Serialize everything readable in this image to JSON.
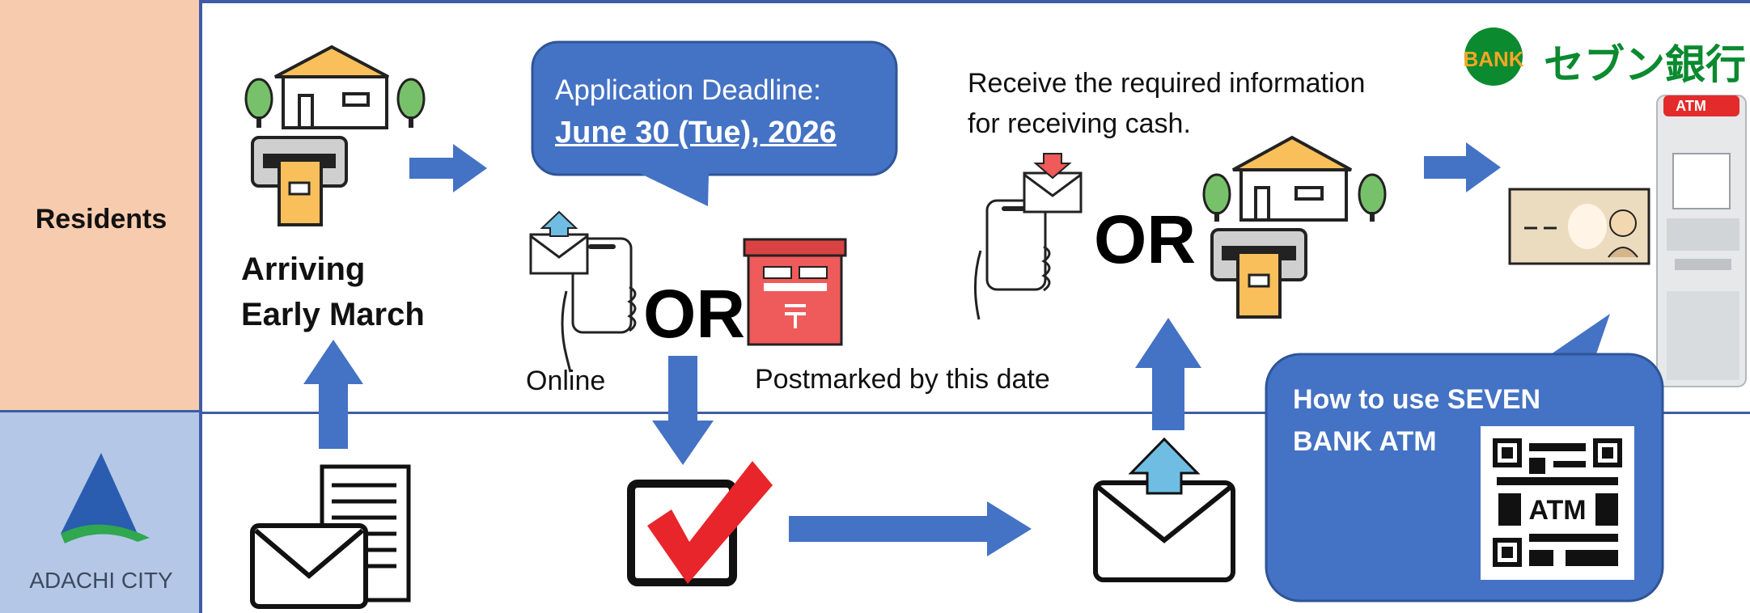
{
  "lanes": {
    "residents": "Residents",
    "city": "ADACHI CITY"
  },
  "steps": {
    "arriving_line1": "Arriving",
    "arriving_line2": "Early March",
    "deadline_label": "Application Deadline:",
    "deadline_date": "June 30 (Tue), 2026",
    "online": "Online",
    "or": "OR",
    "postmarked": "Postmarked by this date",
    "receive_line1": "Receive the required information",
    "receive_line2": "for receiving cash.",
    "atm_help_line1": "How to use SEVEN",
    "atm_help_line2": "BANK ATM"
  },
  "branding": {
    "bank_name": "セブン銀行",
    "bank_badge": "BANK",
    "atm_label": "ATM",
    "qr_text": "ATM"
  },
  "colors": {
    "residents_lane": "#f7cbad",
    "city_lane": "#b4c7e7",
    "arrow_blue": "#4472c4",
    "bubble_blue": "#4472c4",
    "check_red": "#e8252a",
    "bank_green": "#0b8a2f"
  },
  "icons": [
    "house-icon",
    "tree-icon",
    "mailbox-icon",
    "envelope-icon",
    "documents-icon",
    "smartphone-icon",
    "post-box-icon",
    "checkbox-icon",
    "send-mail-icon",
    "banknote-icon",
    "atm-icon",
    "qr-code-icon",
    "adachi-logo-icon",
    "seven-bank-logo-icon"
  ]
}
